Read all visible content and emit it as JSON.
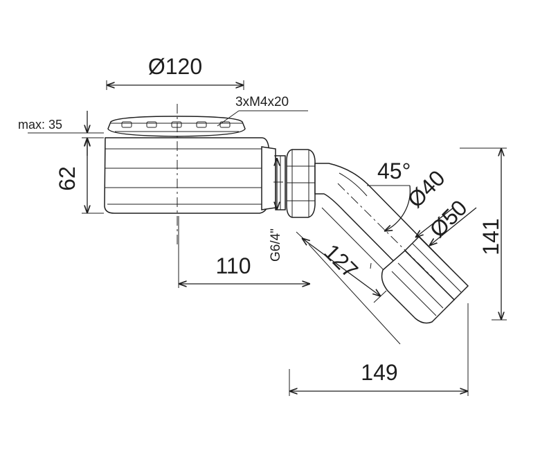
{
  "dimensions": {
    "top_diameter": "Ø120",
    "screws": "3xM4x20",
    "max_height": "max: 35",
    "body_height": "62",
    "thread": "G6/4\"",
    "horizontal_offset": "110",
    "angle": "45°",
    "outlet_inner": "Ø40",
    "outlet_outer": "Ø50",
    "elbow_length": "127",
    "total_height": "141",
    "total_width": "149"
  },
  "colors": {
    "line": "#1e1e1e",
    "background": "#ffffff"
  }
}
